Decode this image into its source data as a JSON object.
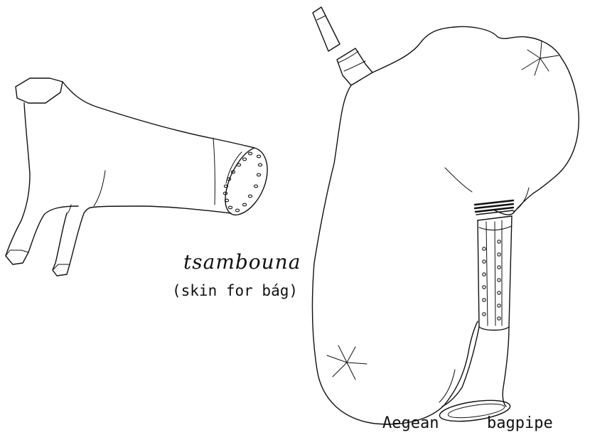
{
  "figure": {
    "left_label": "tsambouna",
    "left_note": "(skin for bág)",
    "caption_words": [
      "Aegean",
      "bagpipe"
    ]
  }
}
